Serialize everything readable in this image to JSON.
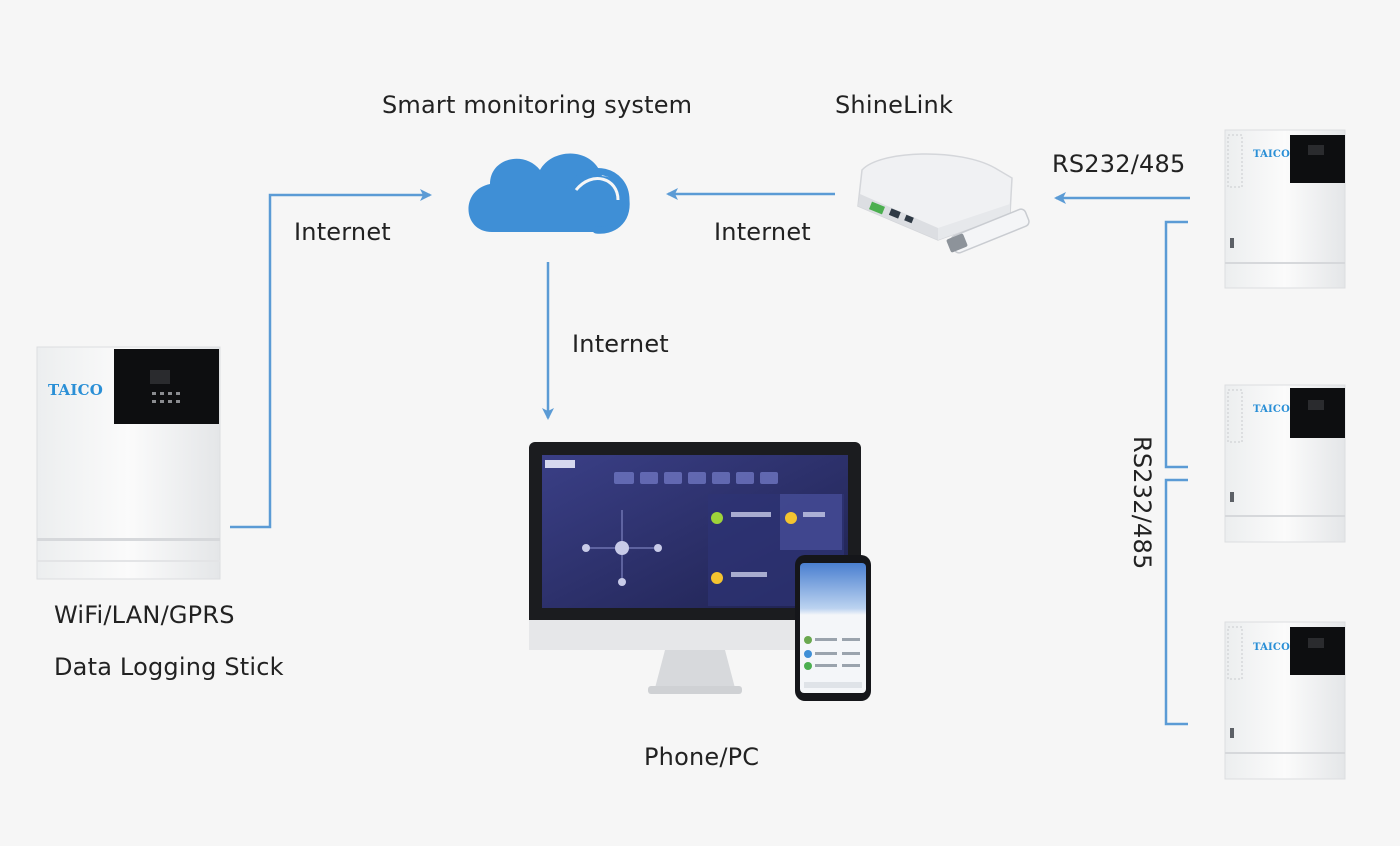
{
  "labels": {
    "smart_monitoring": "Smart monitoring system",
    "shinelink": "ShineLink",
    "rs_top": "RS232/485",
    "rs_vertical": "RS232/485",
    "internet_left": "Internet",
    "internet_right": "Internet",
    "internet_down": "Internet",
    "stick_line1": "WiFi/LAN/GPRS",
    "stick_line2": "Data Logging Stick",
    "phone_pc": "Phone/PC"
  },
  "brand": "TAICO",
  "colors": {
    "arrow": "#5b9bd5",
    "cloud": "#3f8fd6",
    "brand_blue": "#2a8fd6",
    "brand_green": "#3fb34f",
    "screen_dark": "#2b2f6b"
  },
  "icons": {
    "cloud": "cloud-icon",
    "router": "router-icon",
    "monitor": "monitor-icon",
    "phone": "phone-icon",
    "inverter": "inverter-icon"
  }
}
